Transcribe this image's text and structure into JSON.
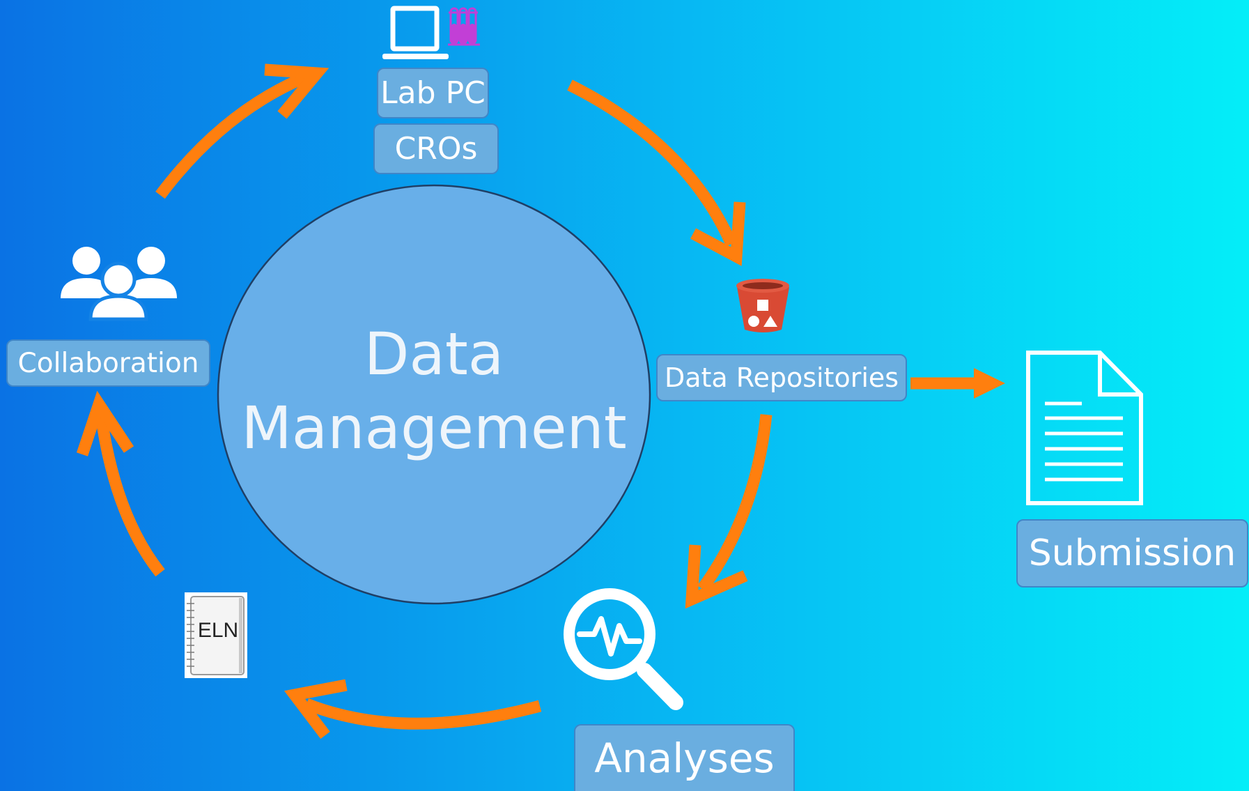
{
  "diagram": {
    "center": {
      "line1": "Data",
      "line2": "Management"
    },
    "nodes": {
      "lab_pc": "Lab PC",
      "cros": "CROs",
      "data_repositories": "Data Repositories",
      "submission": "Submission",
      "analyses": "Analyses",
      "eln": "ELN",
      "collaboration": "Collaboration"
    },
    "colors": {
      "background_start": "#0a72e4",
      "background_end": "#04eef8",
      "arrow": "#ff7f0e",
      "circle_fill": "#68afe9",
      "label_fill": "#6aaee0",
      "bucket": "#d94a34",
      "test_tubes": "#c23fd6"
    },
    "icons": [
      "laptop-icon",
      "test-tubes-icon",
      "bucket-icon",
      "document-icon",
      "magnifier-pulse-icon",
      "notebook-icon",
      "people-icon"
    ]
  }
}
